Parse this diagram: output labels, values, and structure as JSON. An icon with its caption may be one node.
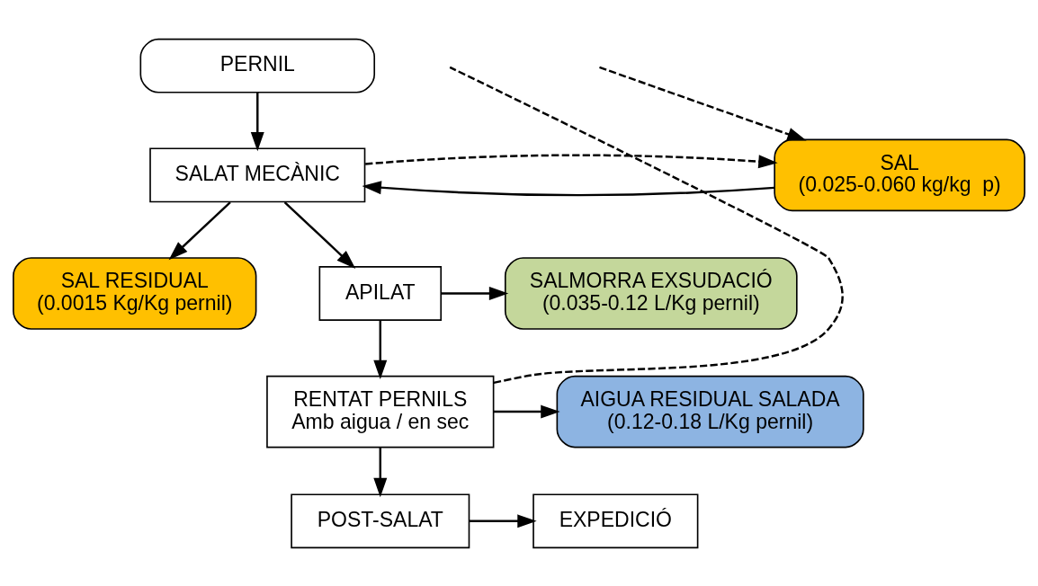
{
  "diagram": {
    "nodes": [
      {
        "text": [
          "PERNIL"
        ]
      },
      {
        "text": [
          "SALAT MECÀNIC"
        ]
      },
      {
        "text": [
          "SAL",
          "(0.025-0.060 kg/kg  p)"
        ]
      },
      {
        "text": [
          "SAL RESIDUAL",
          "(0.0015 Kg/Kg pernil)"
        ]
      },
      {
        "text": [
          "APILAT"
        ]
      },
      {
        "text": [
          "SALMORRA EXSUDACIÓ",
          "(0.035-0.12 L/Kg pernil)"
        ]
      },
      {
        "text": [
          "RENTAT PERNILS",
          "Amb aigua / en sec"
        ]
      },
      {
        "text": [
          "AIGUA RESIDUAL SALADA",
          "(0.12-0.18 L/Kg pernil)"
        ]
      },
      {
        "text": [
          "POST-SALAT"
        ]
      },
      {
        "text": [
          "EXPEDICIÓ"
        ]
      }
    ],
    "edges": [
      {
        "from": 0,
        "to": 1,
        "arrow": "to"
      },
      {
        "from": 2,
        "to": 1,
        "arrow": "to"
      },
      {
        "from": 1,
        "to": 3,
        "arrow": "to"
      },
      {
        "from": 1,
        "to": 2,
        "arrow": "to",
        "style": "dashed"
      },
      {
        "from": null,
        "to": 2,
        "arrow": "to",
        "style": "dashed"
      },
      {
        "from": 1,
        "to": 4,
        "arrow": "to"
      },
      {
        "from": 4,
        "to": 5,
        "arrow": "to"
      },
      {
        "from": 4,
        "to": 6,
        "arrow": "to"
      },
      {
        "from": 6,
        "to": 7,
        "arrow": "to"
      },
      {
        "from": 6,
        "to": null,
        "arrow": "none",
        "style": "dashed"
      },
      {
        "from": 6,
        "to": 8,
        "arrow": "to"
      },
      {
        "from": 8,
        "to": 9,
        "arrow": "to"
      }
    ]
  }
}
